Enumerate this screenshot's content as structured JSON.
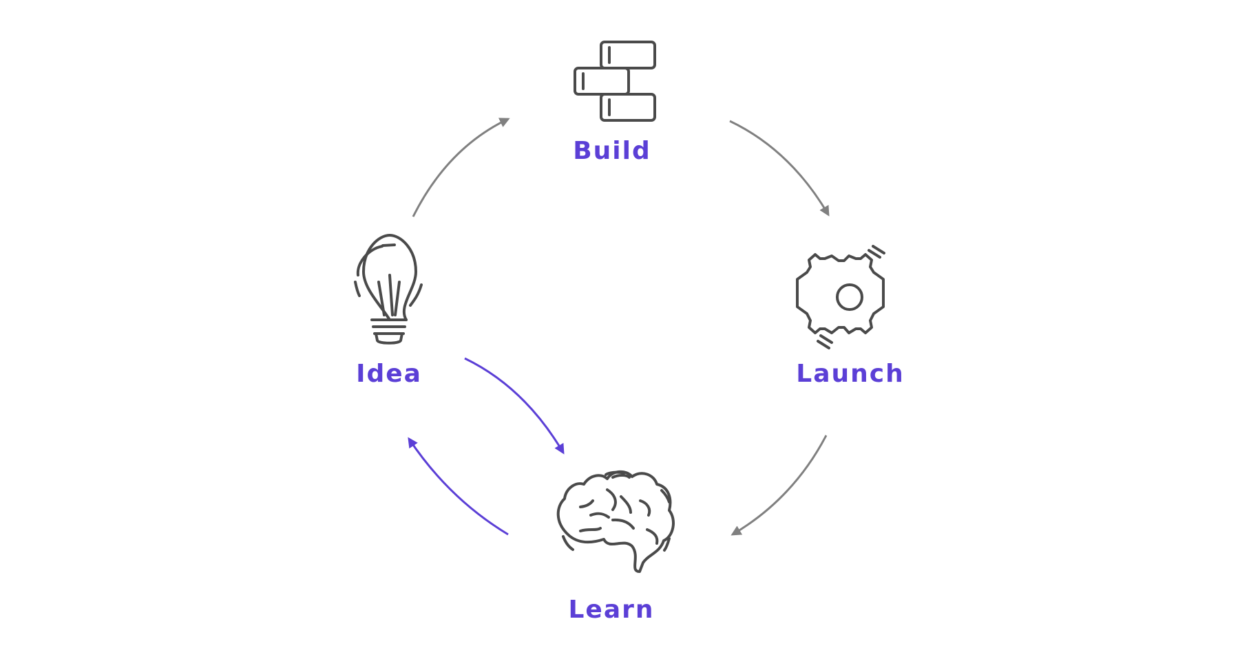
{
  "nodes": [
    {
      "id": "build",
      "label": "Build",
      "icon": "blocks-icon"
    },
    {
      "id": "launch",
      "label": "Launch",
      "icon": "gear-icon"
    },
    {
      "id": "learn",
      "label": "Learn",
      "icon": "brain-icon"
    },
    {
      "id": "idea",
      "label": "Idea",
      "icon": "lightbulb-icon"
    }
  ],
  "edges": [
    {
      "from": "idea",
      "to": "build",
      "color": "#808080"
    },
    {
      "from": "build",
      "to": "launch",
      "color": "#808080"
    },
    {
      "from": "launch",
      "to": "learn",
      "color": "#808080"
    },
    {
      "from": "learn",
      "to": "idea",
      "color": "#5b3fd6"
    },
    {
      "from": "idea",
      "to": "learn",
      "color": "#5b3fd6"
    }
  ],
  "colors": {
    "label": "#5b3fd6",
    "icon_stroke": "#4a4a4a",
    "arrow_gray": "#808080",
    "arrow_accent": "#5b3fd6"
  }
}
